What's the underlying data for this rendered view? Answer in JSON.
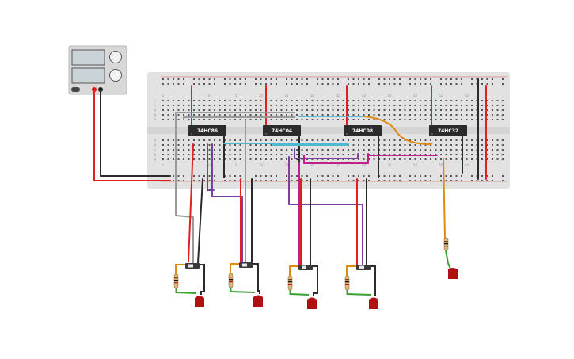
{
  "power_supply": {
    "name": "power-supply"
  },
  "chips": [
    {
      "label": "74HC86"
    },
    {
      "label": "74HC04"
    },
    {
      "label": "74HC08"
    },
    {
      "label": "74HC32"
    }
  ],
  "column_numbers": [
    "1",
    "10",
    "15",
    "20",
    "25",
    "30",
    "35",
    "40",
    "45",
    "50",
    "55",
    "60"
  ],
  "row_letters": [
    "a",
    "b",
    "c",
    "d",
    "e",
    "f",
    "g",
    "h",
    "i",
    "j"
  ],
  "colors": {
    "wire_red": "#e02020",
    "wire_black": "#2a2a2a",
    "wire_gray": "#9a9a9a",
    "wire_purple": "#7b3fa0",
    "wire_magenta": "#c0208a",
    "wire_orange": "#e08a10",
    "wire_cyan": "#4fb8d0",
    "wire_green": "#3aa030",
    "led_red": "#b01010",
    "board": "#e2e2e2"
  }
}
